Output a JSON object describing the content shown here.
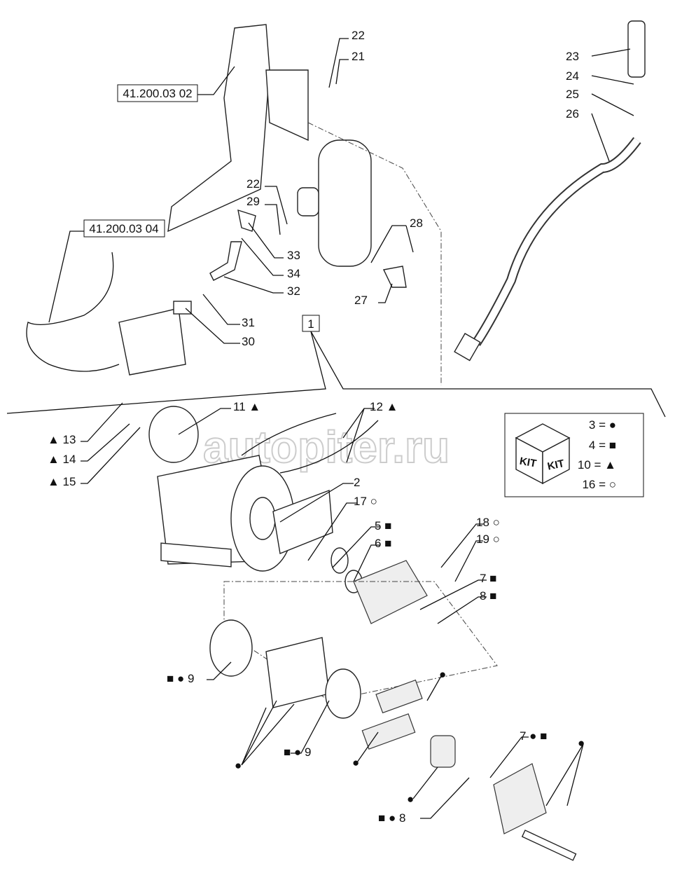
{
  "watermark": "autopiter.ru",
  "references": {
    "ref_top": "41.200.03 02",
    "ref_left": "41.200.03 04",
    "ref_assembly": "1"
  },
  "callouts": {
    "c22a": "22",
    "c21": "21",
    "c23": "23",
    "c24": "24",
    "c25": "25",
    "c26": "26",
    "c22b": "22",
    "c29": "29",
    "c33": "33",
    "c34": "34",
    "c32": "32",
    "c31": "31",
    "c30": "30",
    "c28": "28",
    "c27": "27",
    "c11": "11 ▲",
    "c12": "12 ▲",
    "c13": "▲ 13",
    "c14": "▲ 14",
    "c15": "▲ 15",
    "c2": "2",
    "c17": "17 ○",
    "c5": "5 ■",
    "c6": "6 ■",
    "c18": "18 ○",
    "c19": "19 ○",
    "c7a": "7 ■",
    "c8a": "8 ■",
    "c9a": "■ ● 9",
    "c9b": "■ ● 9",
    "c7b": "7 ● ■",
    "c8b": "■ ● 8",
    "dot1": "●",
    "dot2": "●",
    "dot3": "●",
    "dot4": "●",
    "dot5": "●"
  },
  "kit": {
    "box_label_1": "KIT",
    "box_label_2": "KIT",
    "legend": [
      "3 = ●",
      "4 = ■",
      "10 = ▲",
      "16 = ○"
    ]
  }
}
